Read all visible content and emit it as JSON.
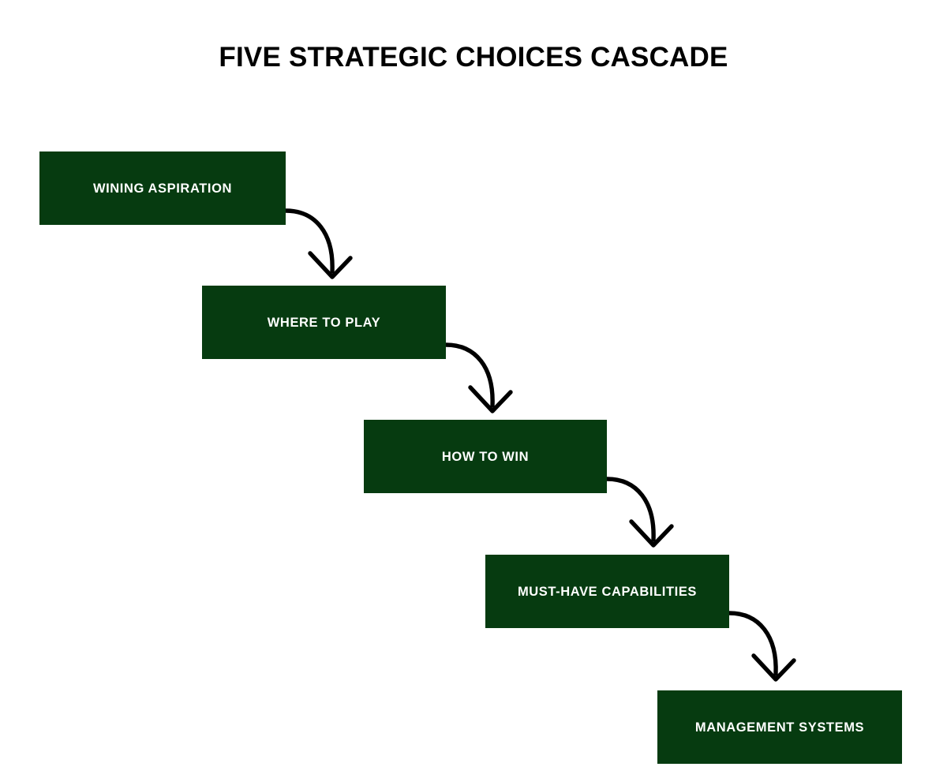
{
  "page": {
    "title": "FIVE STRATEGIC CHOICES CASCADE",
    "background_color": "#FFFFFF",
    "title_color": "#000000"
  },
  "theme": {
    "box_fill": "#063B10",
    "box_text_color": "#FFFFFF",
    "arrow_color": "#000000"
  },
  "cascade": {
    "steps": [
      {
        "index": 1,
        "label": "WINING ASPIRATION",
        "name": "wining-aspiration"
      },
      {
        "index": 2,
        "label": "WHERE TO PLAY",
        "name": "where-to-play"
      },
      {
        "index": 3,
        "label": "HOW TO WIN",
        "name": "how-to-win"
      },
      {
        "index": 4,
        "label": "MUST-HAVE CAPABILITIES",
        "name": "must-have-capabilities"
      },
      {
        "index": 5,
        "label": "MANAGEMENT SYSTEMS",
        "name": "management-systems"
      }
    ],
    "connectors": [
      {
        "from": "wining-aspiration",
        "to": "where-to-play",
        "icon": "curved-arrow-down-right-icon"
      },
      {
        "from": "where-to-play",
        "to": "how-to-win",
        "icon": "curved-arrow-down-right-icon"
      },
      {
        "from": "how-to-win",
        "to": "must-have-capabilities",
        "icon": "curved-arrow-down-right-icon"
      },
      {
        "from": "must-have-capabilities",
        "to": "management-systems",
        "icon": "curved-arrow-down-right-icon"
      }
    ]
  }
}
